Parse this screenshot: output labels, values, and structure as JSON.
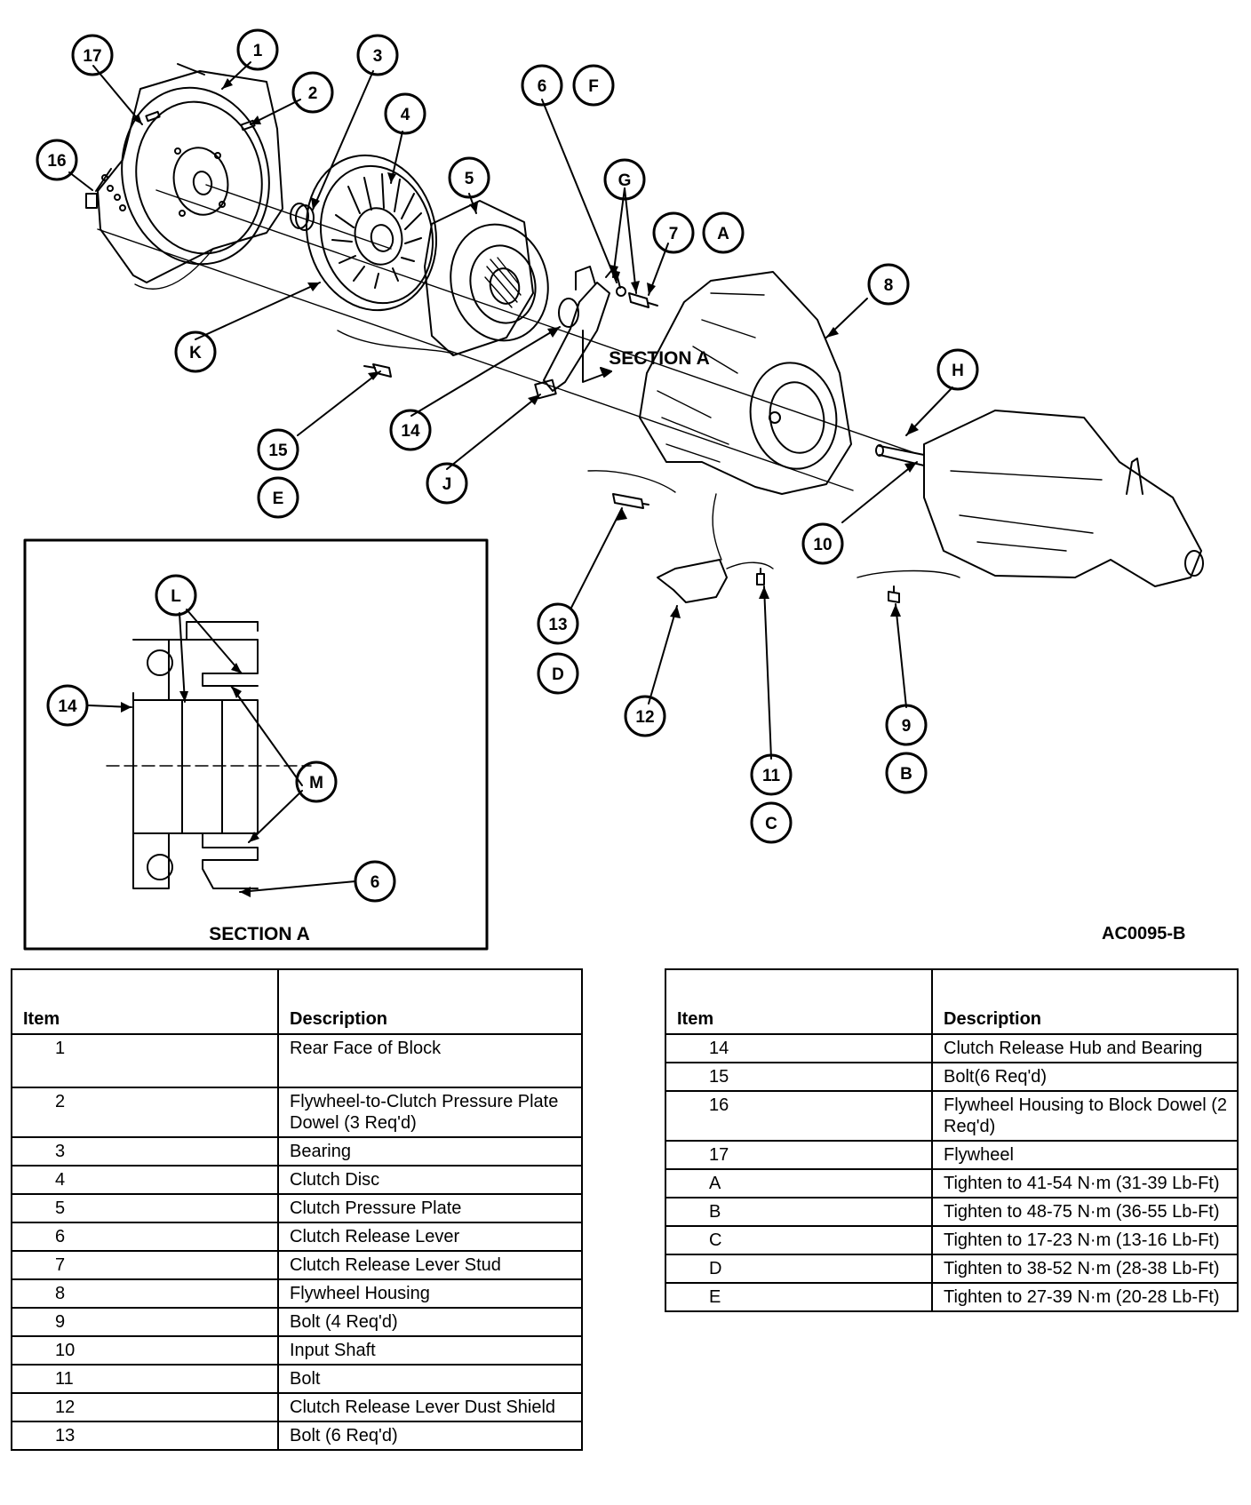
{
  "figure_code": "AC0095-B",
  "section_title": "SECTION A",
  "callouts": {
    "c1": "1",
    "c2": "2",
    "c3": "3",
    "c4": "4",
    "c5": "5",
    "c6": "6",
    "c7": "7",
    "c8": "8",
    "c9": "9",
    "c10": "10",
    "c11": "11",
    "c12": "12",
    "c13": "13",
    "c14": "14",
    "c15": "15",
    "c16": "16",
    "c17": "17",
    "cA": "A",
    "cB": "B",
    "cC": "C",
    "cD": "D",
    "cE": "E",
    "cF": "F",
    "cG": "G",
    "cH": "H",
    "cJ": "J",
    "cK": "K",
    "sL": "L",
    "sM": "M",
    "s14": "14",
    "s6": "6"
  },
  "legend": {
    "headers": {
      "item": "Item",
      "description": "Description"
    },
    "left": [
      {
        "item": "1",
        "description": "Rear Face of Block"
      },
      {
        "item": "2",
        "description": "Flywheel-to-Clutch Pressure Plate Dowel (3 Req'd)"
      },
      {
        "item": "3",
        "description": "Bearing"
      },
      {
        "item": "4",
        "description": "Clutch Disc"
      },
      {
        "item": "5",
        "description": "Clutch Pressure Plate"
      },
      {
        "item": "6",
        "description": "Clutch Release Lever"
      },
      {
        "item": "7",
        "description": "Clutch Release Lever Stud"
      },
      {
        "item": "8",
        "description": "Flywheel Housing"
      },
      {
        "item": "9",
        "description": "Bolt (4 Req'd)"
      },
      {
        "item": "10",
        "description": "Input Shaft"
      },
      {
        "item": "11",
        "description": "Bolt"
      },
      {
        "item": "12",
        "description": "Clutch Release Lever Dust Shield"
      },
      {
        "item": "13",
        "description": "Bolt (6 Req'd)"
      }
    ],
    "right": [
      {
        "item": "14",
        "description": "Clutch Release Hub and Bearing"
      },
      {
        "item": "15",
        "description": "Bolt(6 Req'd)"
      },
      {
        "item": "16",
        "description": "Flywheel Housing to Block Dowel (2 Req'd)"
      },
      {
        "item": "17",
        "description": "Flywheel"
      },
      {
        "item": "A",
        "description": "Tighten to 41-54 N·m (31-39 Lb-Ft)"
      },
      {
        "item": "B",
        "description": "Tighten to 48-75 N·m (36-55 Lb-Ft)"
      },
      {
        "item": "C",
        "description": "Tighten to 17-23 N·m (13-16 Lb-Ft)"
      },
      {
        "item": "D",
        "description": "Tighten to 38-52 N·m (28-38 Lb-Ft)"
      },
      {
        "item": "E",
        "description": "Tighten to 27-39 N·m (20-28 Lb-Ft)"
      }
    ]
  }
}
